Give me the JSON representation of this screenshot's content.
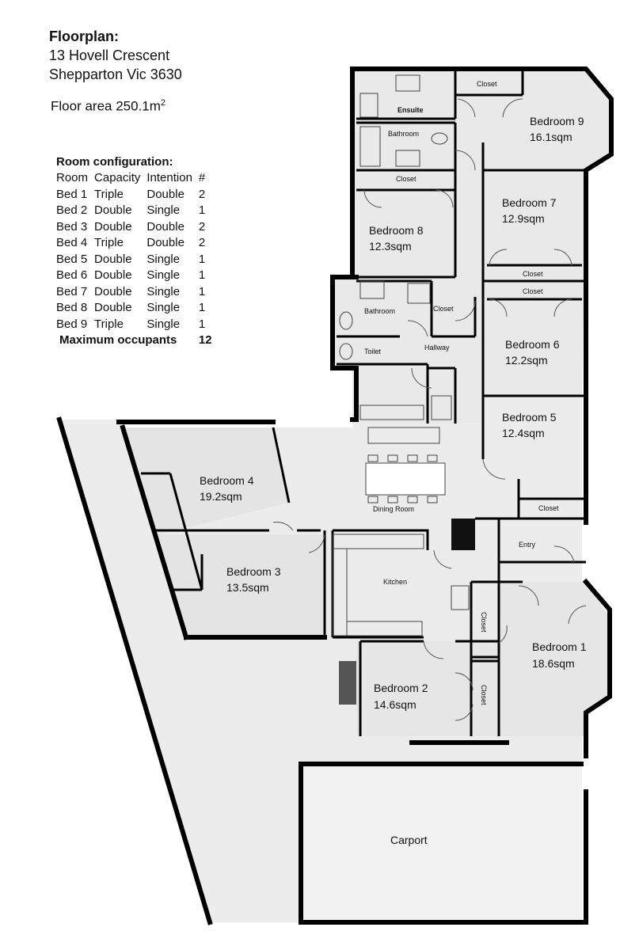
{
  "header": {
    "title": "Floorplan:",
    "address_line1": "13 Hovell Crescent",
    "address_line2": "Shepparton Vic 3630",
    "floor_area_label": "Floor area 250.1m",
    "floor_area_sup": "2"
  },
  "config": {
    "title": "Room configuration:",
    "columns": [
      "Room",
      "Capacity",
      "Intention",
      "#"
    ],
    "rows": [
      [
        "Bed 1",
        "Triple",
        "Double",
        "2"
      ],
      [
        "Bed 2",
        "Double",
        "Single",
        "1"
      ],
      [
        "Bed 3",
        "Double",
        "Double",
        "2"
      ],
      [
        "Bed 4",
        "Triple",
        "Double",
        "2"
      ],
      [
        "Bed 5",
        "Double",
        "Single",
        "1"
      ],
      [
        "Bed 6",
        "Double",
        "Single",
        "1"
      ],
      [
        "Bed 7",
        "Double",
        "Single",
        "1"
      ],
      [
        "Bed 8",
        "Double",
        "Single",
        "1"
      ],
      [
        "Bed 9",
        "Triple",
        "Single",
        "1"
      ]
    ],
    "total_label": "Maximum occupants",
    "total_value": "12"
  },
  "rooms": {
    "bedroom9": {
      "name": "Bedroom 9",
      "area": "16.1sqm"
    },
    "bedroom8": {
      "name": "Bedroom 8",
      "area": "12.3sqm"
    },
    "bedroom7": {
      "name": "Bedroom 7",
      "area": "12.9sqm"
    },
    "bedroom6": {
      "name": "Bedroom 6",
      "area": "12.2sqm"
    },
    "bedroom5": {
      "name": "Bedroom 5",
      "area": "12.4sqm"
    },
    "bedroom4": {
      "name": "Bedroom 4",
      "area": "19.2sqm"
    },
    "bedroom3": {
      "name": "Bedroom 3",
      "area": "13.5sqm"
    },
    "bedroom2": {
      "name": "Bedroom 2",
      "area": "14.6sqm"
    },
    "bedroom1": {
      "name": "Bedroom 1",
      "area": "18.6sqm"
    }
  },
  "small_labels": {
    "closet": "Closet",
    "ensuite": "Ensuite",
    "bathroom": "Bathroom",
    "toilet": "Toilet",
    "hallway": "Hallway",
    "dining": "Dining Room",
    "kitchen": "Kitchen",
    "entry": "Entry",
    "carport": "Carport"
  }
}
